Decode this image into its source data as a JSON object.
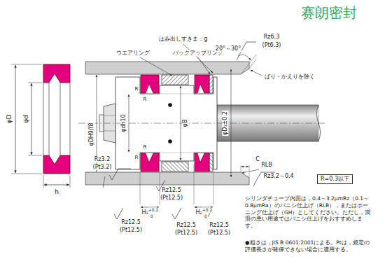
{
  "diagram": {
    "nodes": [
      {
        "text": [
          "R=0.3以下"
        ]
      }
    ],
    "labels": [
      "赛朗密封",
      "φD",
      "φd",
      "h",
      "はみ出しすきま：g",
      "ウエアリング",
      "バックアップリング",
      "Rz6.3",
      "(Pt6.3)",
      "20°～30°",
      "ばり・かえりを除く",
      "R",
      "R",
      "R",
      "R",
      "φDH9/f8",
      "φdh10",
      "φB",
      "φD₁±0.2",
      "C",
      "RLB",
      "Rz3.2～0.4",
      "Rz3.2",
      "(Pt3.2)",
      "H₁",
      "+0.2",
      "0",
      "H₂",
      "+0.2",
      "0",
      "Rz12.5",
      "(Pt12.5)",
      "Rz12.5",
      "(Pt12.5)",
      "Rz12.5",
      "(Pt12.5)",
      "Rz12.5",
      "(Pt12.5)",
      "シリンダチューブ内面は，0.4～3.2μmRz（0.1～0.8μmRa）のバニシ仕上げ（RLB），またはホーニング仕上げ（GH）としてください。ただし，潤滑の悪い用途ではバニシ仕上げをおすすめします。",
      "●粗さは，JIS B 0601:2001による。Ptは，規定の評価長さが確保できない場合に適用する。"
    ]
  }
}
